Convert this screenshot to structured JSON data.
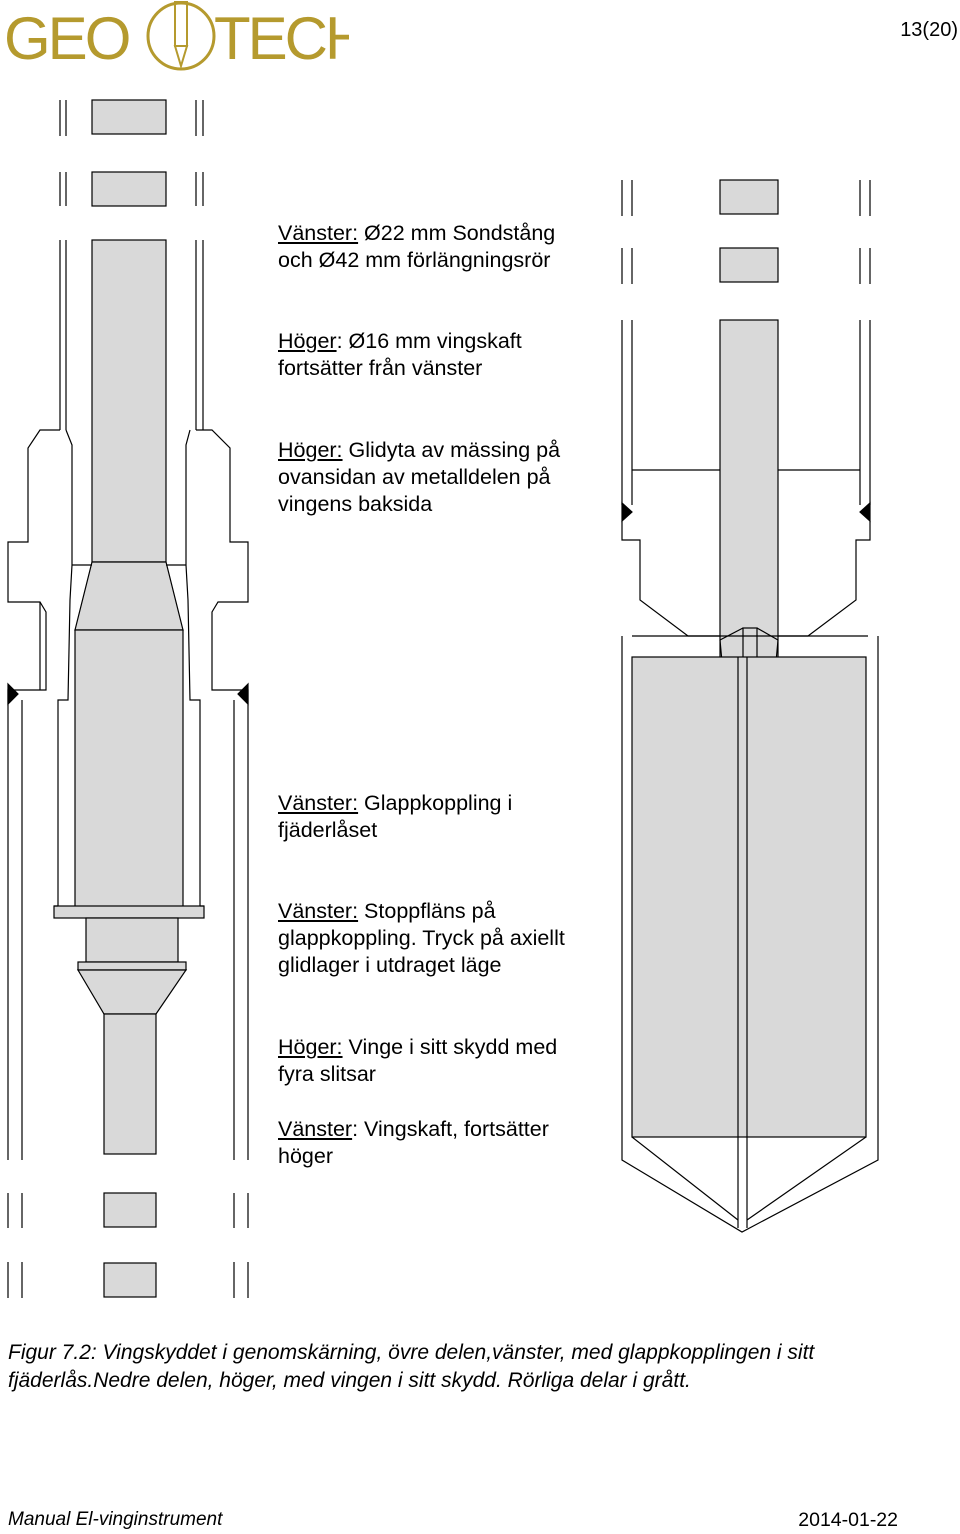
{
  "header": {
    "logo": {
      "left": "GEO",
      "right": "TECH",
      "color": "#b59a2e"
    },
    "page_number": "13(20)"
  },
  "labels": [
    {
      "lead": "Vänster:",
      "lines": [
        " Ø22 mm Sondstång",
        "och Ø42 mm förlängningsrör"
      ]
    },
    {
      "lead": "Höger",
      "lines": [
        ": Ø16 mm vingskaft",
        "fortsätter från vänster"
      ]
    },
    {
      "lead": "Höger:",
      "lines": [
        " Glidyta av mässing på",
        "ovansidan av metalldelen på",
        "vingens baksida"
      ]
    },
    {
      "lead": "Vänster:",
      "lines": [
        " Glappkoppling i",
        "fjäderlåset"
      ]
    },
    {
      "lead": "Vänster:",
      "lines": [
        " Stoppfläns på",
        "glappkoppling. Tryck på axiellt",
        "glidlager i utdraget läge"
      ]
    },
    {
      "lead": "Höger:",
      "lines": [
        " Vinge i sitt skydd med",
        "fyra slitsar"
      ]
    },
    {
      "lead": "Vänster",
      "lines": [
        ": Vingskaft, fortsätter",
        "höger"
      ]
    }
  ],
  "caption": {
    "line1": "Figur 7.2: Vingskyddet i genomskärning, övre delen,vänster, med glappkopplingen i sitt",
    "line2": "fjäderlås.Nedre delen, höger, med vingen i sitt skydd. Rörliga delar i grått."
  },
  "footer": {
    "left": "Manual El-vinginstrument",
    "right": "2014-01-22"
  },
  "colors": {
    "moving_parts": "#d9d9d9",
    "outline": "#000000",
    "logo_gold": "#b59a2e"
  }
}
